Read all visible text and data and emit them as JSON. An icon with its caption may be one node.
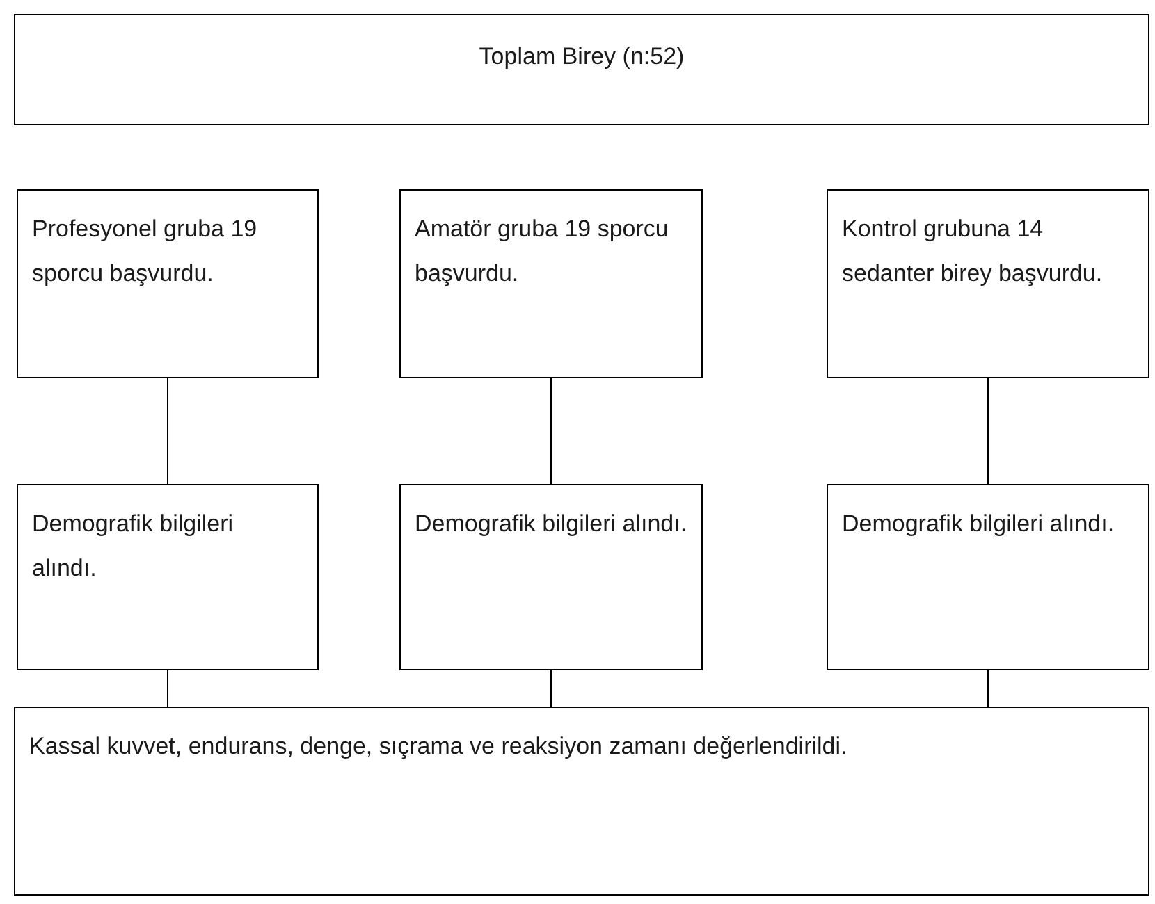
{
  "diagram": {
    "nodes": [
      {
        "text": [
          "Toplam Birey (n:52)"
        ]
      },
      {
        "text": [
          "Profesyonel gruba 19 sporcu başvurdu."
        ]
      },
      {
        "text": [
          "Amatör gruba 19 sporcu başvurdu."
        ]
      },
      {
        "text": [
          "Kontrol grubuna 14 sedanter birey başvurdu."
        ]
      },
      {
        "text": [
          "Demografik bilgileri alındı."
        ]
      },
      {
        "text": [
          "Demografik bilgileri alındı."
        ]
      },
      {
        "text": [
          "Demografik bilgileri alındı."
        ]
      },
      {
        "text": [
          "Kassal kuvvet, endurans, denge, sıçrama ve reaksiyon zamanı değerlendirildi."
        ]
      }
    ],
    "edges": [
      {
        "from": 1,
        "to": 4,
        "arrow": "none"
      },
      {
        "from": 2,
        "to": 5,
        "arrow": "none"
      },
      {
        "from": 3,
        "to": 6,
        "arrow": "none"
      },
      {
        "from": 4,
        "to": 7,
        "arrow": "none"
      },
      {
        "from": 5,
        "to": 7,
        "arrow": "none"
      },
      {
        "from": 6,
        "to": 7,
        "arrow": "none"
      }
    ]
  }
}
